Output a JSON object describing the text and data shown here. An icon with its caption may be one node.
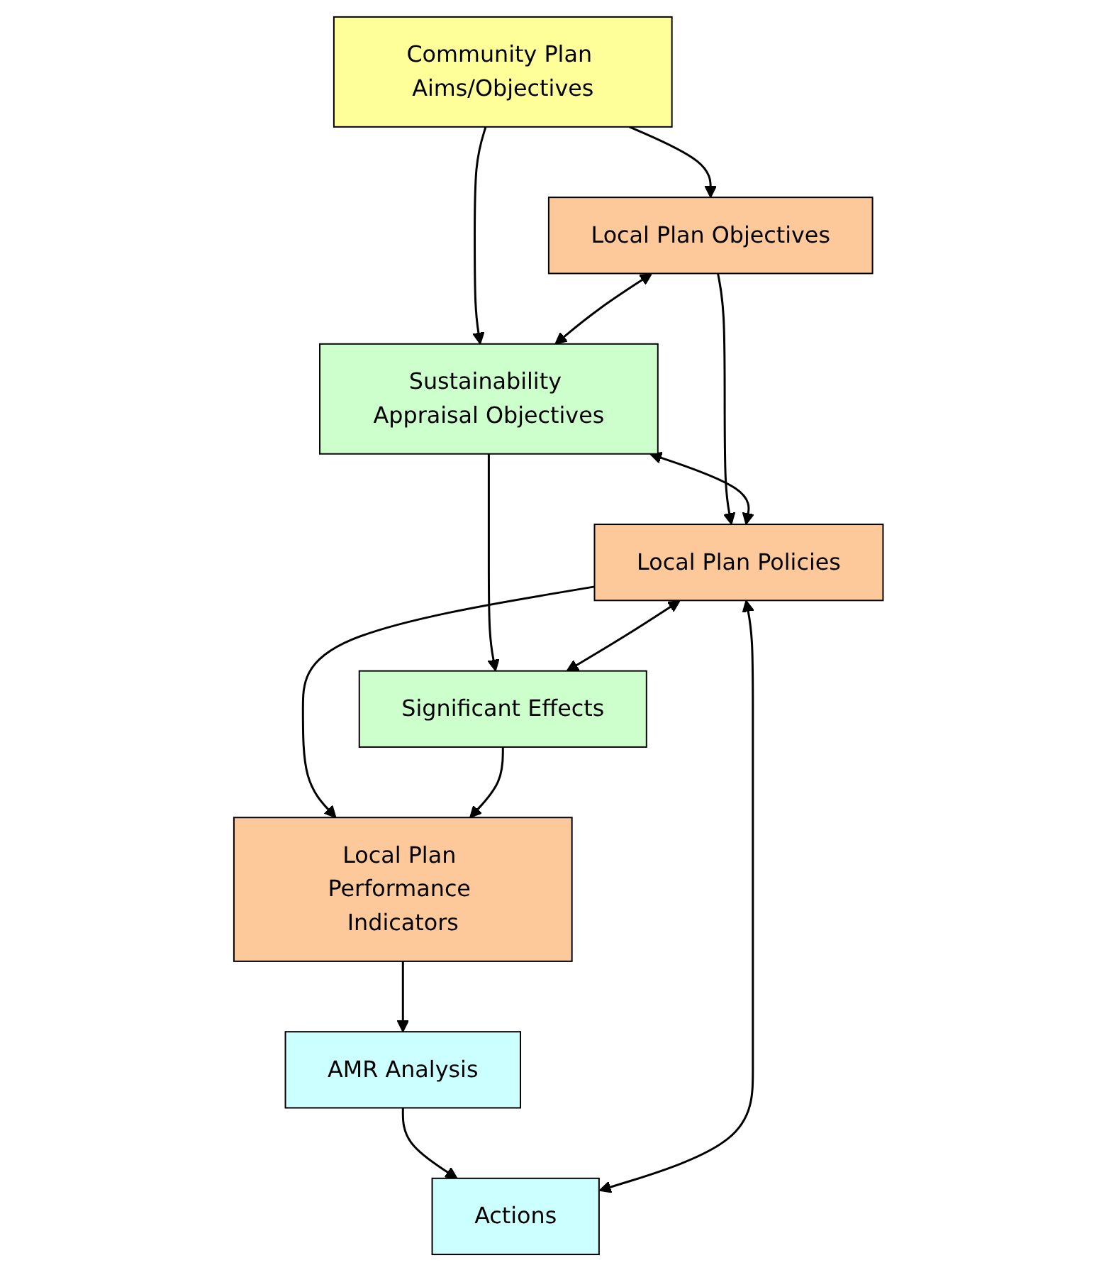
{
  "diagram": {
    "nodes": [
      {
        "text": [
          "Community Plan Aims/Objectives"
        ]
      },
      {
        "text": [
          "Local Plan Objectives"
        ]
      },
      {
        "text": [
          "Sustainability Appraisal Objectives"
        ]
      },
      {
        "text": [
          "Local Plan Policies"
        ]
      },
      {
        "text": [
          "Significant Effects"
        ]
      },
      {
        "text": [
          "Local Plan Performance Indicators"
        ]
      },
      {
        "text": [
          "AMR Analysis"
        ]
      },
      {
        "text": [
          "Actions"
        ]
      }
    ],
    "edges": [
      {
        "from": 0,
        "to": 1,
        "arrow": "to"
      },
      {
        "from": 0,
        "to": 2,
        "arrow": "to"
      },
      {
        "from": 1,
        "to": 2,
        "arrow": "both"
      },
      {
        "from": 1,
        "to": 3,
        "arrow": "to"
      },
      {
        "from": 2,
        "to": 3,
        "arrow": "both"
      },
      {
        "from": 2,
        "to": 4,
        "arrow": "to"
      },
      {
        "from": 3,
        "to": 4,
        "arrow": "both"
      },
      {
        "from": 3,
        "to": 5,
        "arrow": "to"
      },
      {
        "from": 4,
        "to": 5,
        "arrow": "to"
      },
      {
        "from": 5,
        "to": 6,
        "arrow": "to"
      },
      {
        "from": 6,
        "to": 7,
        "arrow": "to"
      },
      {
        "from": 7,
        "to": 3,
        "arrow": "both"
      }
    ]
  }
}
